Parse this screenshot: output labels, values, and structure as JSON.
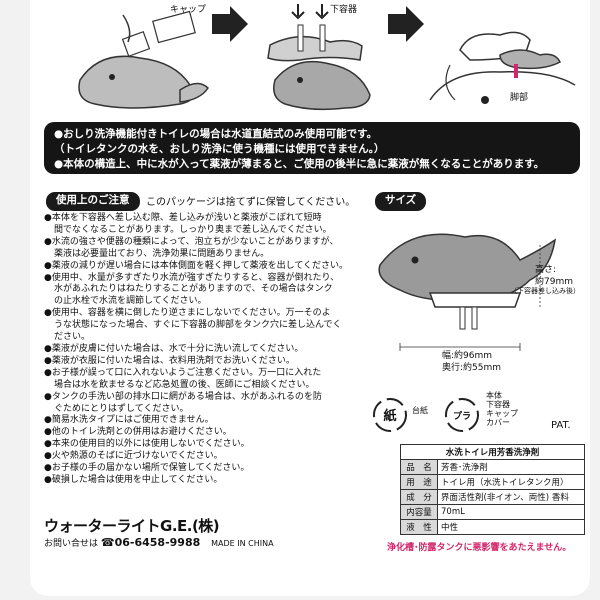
{
  "top": {
    "cap_label": "キャップ",
    "lower_container_label": "下容器",
    "leg_label": "脚部"
  },
  "notice": {
    "lines": [
      "●おしり洗浄機能付きトイレの場合は水道直結式のみ使用可能です。",
      "（トイレタンクの水を、おしり洗浄に使う機種には使用できません。）",
      "●本体の構造上、中に水が入って薬液が薄まると、ご使用の後半に急に薬液が無くなることがあります。"
    ]
  },
  "usage": {
    "heading": "使用上のご注意",
    "description": "このパッケージは捨てずに保管してください。",
    "lines": [
      {
        "text": "●本体を下容器へ差し込む際、差し込みが浅いと薬液がこぼれて短時",
        "cont": false
      },
      {
        "text": "間でなくなることがあります。しっかり奥まで差し込んでください。",
        "cont": true
      },
      {
        "text": "●水流の強さや便器の種類によって、泡立ちが少ないことがありますが、",
        "cont": false
      },
      {
        "text": "薬液は必要量出ており、洗浄効果に問題ありません。",
        "cont": true
      },
      {
        "text": "●薬液の減りが遅い場合には本体側面を軽く押して薬液を出してください。",
        "cont": false
      },
      {
        "text": "●使用中、水量が多すぎたり水流が強すぎたりすると、容器が倒れたり、",
        "cont": false
      },
      {
        "text": "水があふれたりはねたりすることがありますので、その場合はタンク",
        "cont": true
      },
      {
        "text": "の止水栓で水流を調節してください。",
        "cont": true
      },
      {
        "text": "●使用中、容器を横に倒したり逆さまにしないでください。万一そのよ",
        "cont": false
      },
      {
        "text": "うな状態になった場合、すぐに下容器の脚部をタンク穴に差し込んでく",
        "cont": true
      },
      {
        "text": "ださい。",
        "cont": true
      },
      {
        "text": "●薬液が皮膚に付いた場合は、水で十分に洗い流してください。",
        "cont": false
      },
      {
        "text": "●薬液が衣服に付いた場合は、衣料用洗剤でお洗いください。",
        "cont": false
      },
      {
        "text": "●お子様が誤って口に入れないようご注意ください。万一口に入れた",
        "cont": false
      },
      {
        "text": "場合は水を飲ませるなど応急処置の後、医師にご相談ください。",
        "cont": true
      },
      {
        "text": "●タンクの手洗い部の排水口に網がある場合は、水があふれるのを防",
        "cont": false
      },
      {
        "text": "ぐためにとりはずしてください。",
        "cont": true
      },
      {
        "text": "●簡易水洗タイプにはご使用できません。",
        "cont": false
      },
      {
        "text": "●他のトイレ洗剤との併用はお避けください。",
        "cont": false
      },
      {
        "text": "●本来の使用目的以外には使用しないでください。",
        "cont": false
      },
      {
        "text": "●火や熱源のそばに近づけないでください。",
        "cont": false
      },
      {
        "text": "●お子様の手の届かない場所で保管してください。",
        "cont": false
      },
      {
        "text": "●破損した場合は使用を中止してください。",
        "cont": false
      }
    ]
  },
  "company": {
    "name": "ウォーターライトG.E.(株)",
    "contact_label": "お問い合せは",
    "phone": "☎06-6458-9988",
    "origin": "MADE IN CHINA"
  },
  "size": {
    "heading": "サイズ",
    "height_label": "高さ:",
    "height_value": "約79mm",
    "height_note": "（下容器差し込み後）",
    "width_label": "幅:約96mm",
    "depth_label": "奥行:約55mm"
  },
  "recycle": {
    "paper_mark": "紙",
    "paper_label": "台紙",
    "plastic_mark": "プラ",
    "plastic_items": [
      "本体",
      "下容器",
      "キャップ",
      "カバー"
    ],
    "pat": "PAT."
  },
  "spec_table": {
    "title": "水洗トイレ用芳香洗浄剤",
    "rows": [
      {
        "head": "品　名",
        "value": "芳香･洗浄剤"
      },
      {
        "head": "用　途",
        "value": "トイレ用（水洗トイレタンク用）"
      },
      {
        "head": "成　分",
        "value": "界面活性剤(非イオン、両性) 香料"
      },
      {
        "head": "内容量",
        "value": "70mL"
      },
      {
        "head": "液　性",
        "value": "中性"
      }
    ]
  },
  "eco_warning": "浄化槽･防露タンクに悪影響をあたえません。"
}
